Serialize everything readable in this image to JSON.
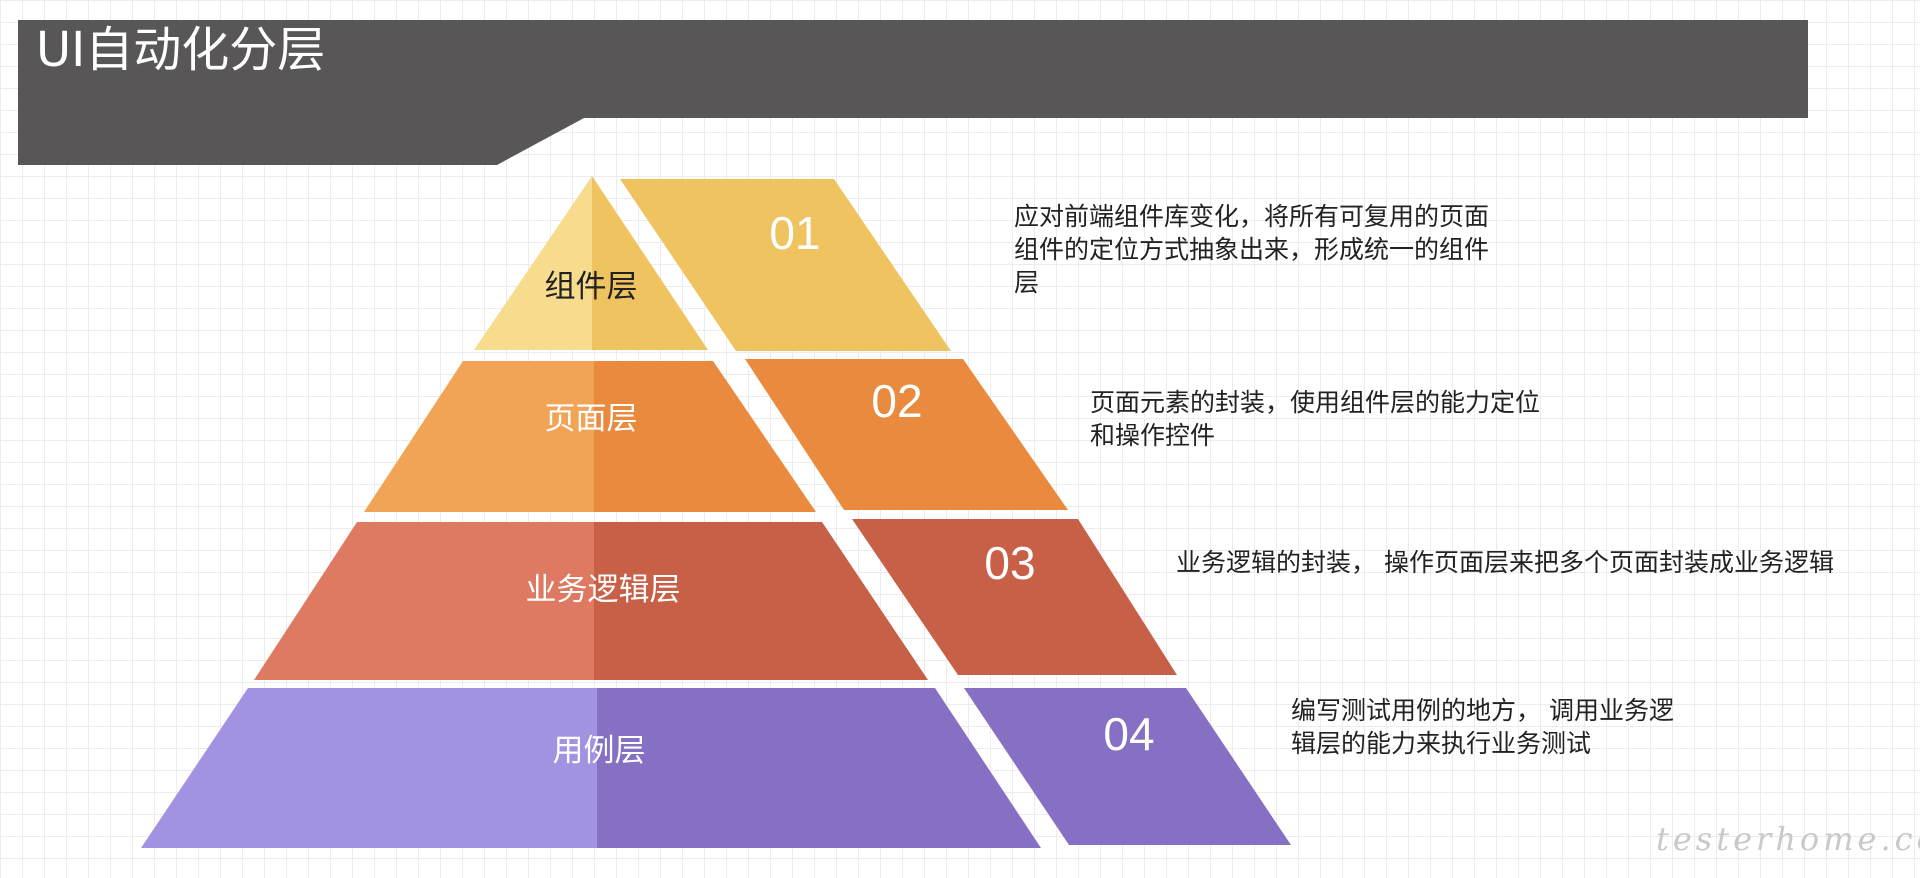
{
  "title": "UI自动化分层",
  "colors": {
    "banner": "#595657",
    "component": "#efc460",
    "component_light": "#f7dc8d",
    "page": "#e98a3e",
    "page_light": "#f1a455",
    "business": "#c85f47",
    "business_light": "#df7a62",
    "case": "#8570c4",
    "case_light": "#a392e1"
  },
  "layers": [
    {
      "label": "组件层",
      "number": "01",
      "description": "应对前端组件库变化，将所有可复用的页面\n组件的定位方式抽象出来，形成统一的组件\n层"
    },
    {
      "label": "页面层",
      "number": "02",
      "description": "页面元素的封装，使用组件层的能力定位\n和操作控件"
    },
    {
      "label": "业务逻辑层",
      "number": "03",
      "description": "业务逻辑的封装， 操作页面层来把多个页面封装成业务逻辑"
    },
    {
      "label": "用例层",
      "number": "04",
      "description": "编写测试用例的地方， 调用业务逻\n辑层的能力来执行业务测试"
    }
  ],
  "watermark": "testerhome.com"
}
